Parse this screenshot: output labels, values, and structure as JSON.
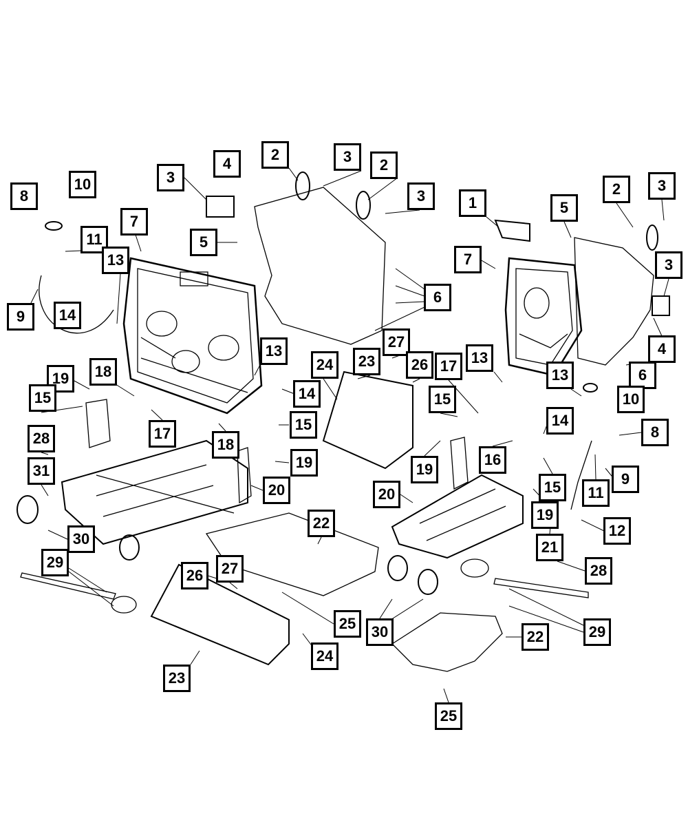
{
  "diagram": {
    "type": "exploded parts diagram",
    "line_color": "#000000",
    "background": "#ffffff",
    "callouts": [
      "8",
      "10",
      "3",
      "4",
      "2",
      "3",
      "2",
      "3",
      "1",
      "5",
      "2",
      "3",
      "7",
      "5",
      "11",
      "13",
      "7",
      "3",
      "9",
      "14",
      "6",
      "4",
      "6",
      "27",
      "13",
      "13",
      "24",
      "23",
      "26",
      "17",
      "19",
      "18",
      "15",
      "14",
      "13",
      "10",
      "15",
      "15",
      "17",
      "18",
      "14",
      "8",
      "28",
      "31",
      "19",
      "19",
      "16",
      "9",
      "15",
      "11",
      "20",
      "20",
      "19",
      "22",
      "12",
      "21",
      "30",
      "28",
      "29",
      "26",
      "27",
      "25",
      "24",
      "29",
      "30",
      "22",
      "23",
      "25"
    ]
  }
}
